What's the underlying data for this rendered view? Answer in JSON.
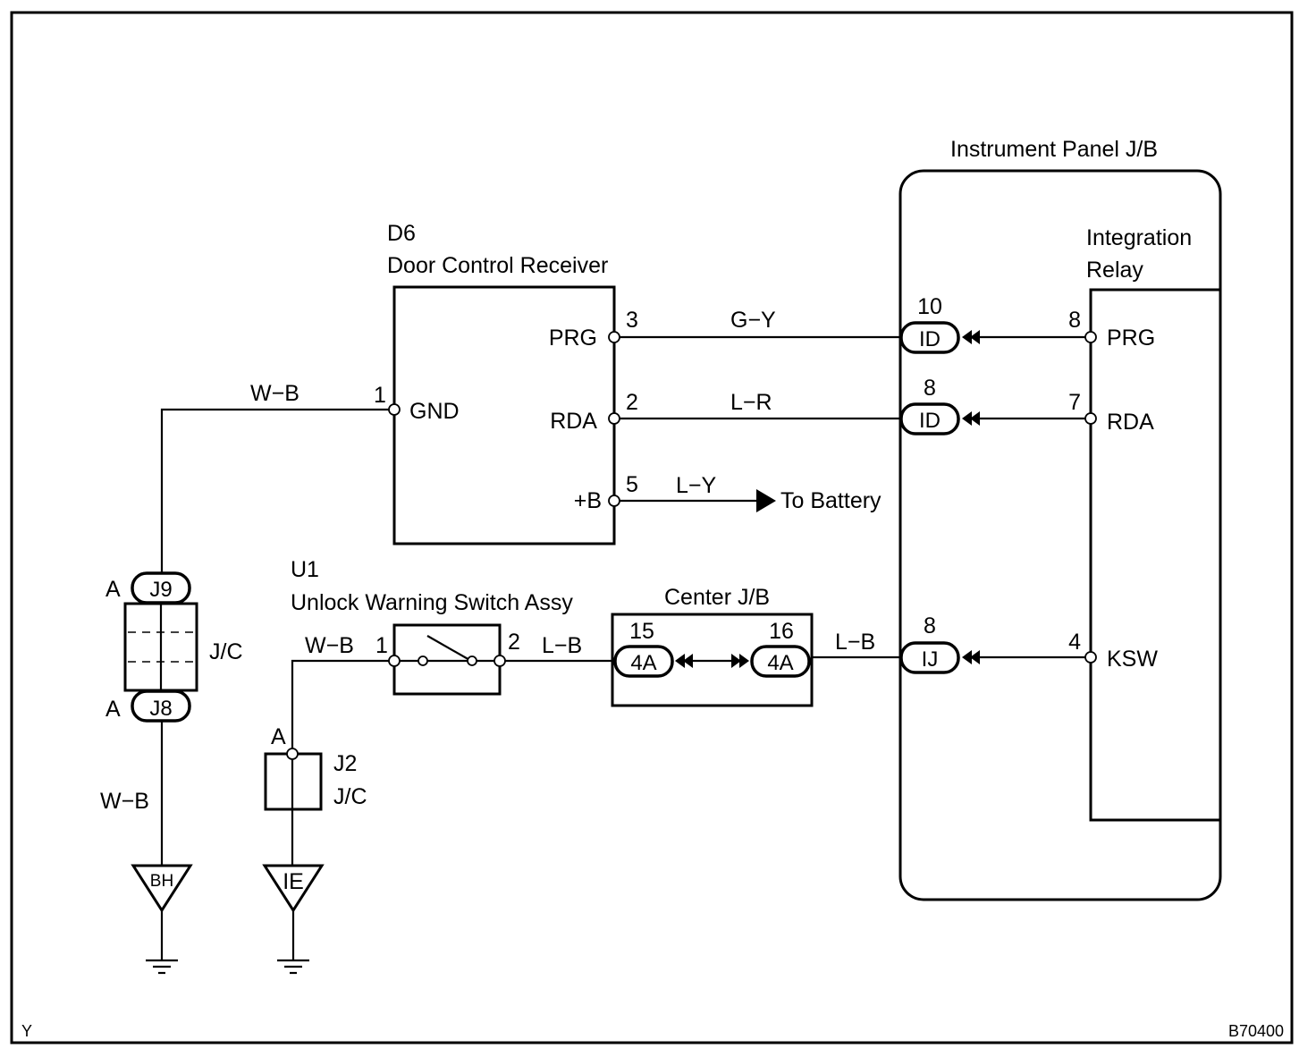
{
  "components": {
    "door_control_receiver": {
      "code": "D6",
      "name": "Door Control Receiver",
      "pins": {
        "prg": "PRG",
        "rda": "RDA",
        "b": "+B",
        "gnd": "GND"
      }
    },
    "unlock_warning_switch": {
      "code": "U1",
      "name": "Unlock Warning Switch Assy"
    },
    "instrument_panel_jb": {
      "title": "Instrument Panel J/B",
      "relay_line1": "Integration",
      "relay_line2": "Relay",
      "pins": {
        "prg": "PRG",
        "rda": "RDA",
        "ksw": "KSW"
      }
    },
    "center_jb": {
      "title": "Center J/B"
    },
    "jc_left": {
      "label": "J/C"
    },
    "j2": {
      "code": "J2",
      "label": "J/C"
    }
  },
  "pin_numbers": {
    "d6_prg": "3",
    "d6_rda": "2",
    "d6_b": "5",
    "d6_gnd": "1",
    "u1_in": "1",
    "u1_out": "2",
    "cjb_left": "15",
    "cjb_right": "16",
    "ip_id_top": "10",
    "ip_id_mid": "8",
    "ip_ij": "8",
    "relay_prg": "8",
    "relay_rda": "7",
    "relay_ksw": "4"
  },
  "connectors": {
    "id_top": "ID",
    "id_mid": "ID",
    "ij": "IJ",
    "cjb_left": "4A",
    "cjb_right": "4A",
    "j9": "J9",
    "j8": "J8",
    "j9_side": "A",
    "j8_side": "A",
    "j2_side": "A"
  },
  "wires": {
    "gy": "G−Y",
    "lr": "L−R",
    "ly": "L−Y",
    "wb_top": "W−B",
    "wb_switch": "W−B",
    "wb_bottom": "W−B",
    "lb_switch": "L−B",
    "lb_cjb": "L−B"
  },
  "to_battery": "To Battery",
  "grounds": {
    "bh": "BH",
    "ie": "IE"
  },
  "footer": {
    "left": "Y",
    "right": "B70400"
  }
}
